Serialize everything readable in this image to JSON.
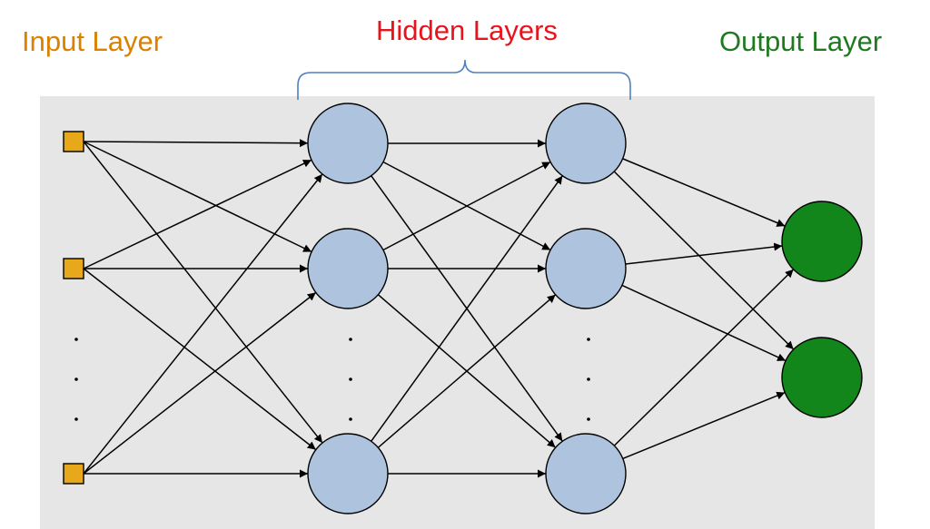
{
  "labels": {
    "input": "Input Layer",
    "hidden": "Hidden Layers",
    "output": "Output Layer"
  },
  "colors": {
    "input_label": "#d98100",
    "hidden_label": "#e8141c",
    "output_label": "#1f7a1f",
    "panel_background": "#e6e6e6",
    "input_node": "#e8a81c",
    "hidden_node": "#aec4de",
    "output_node": "#12861a",
    "brace": "#4f81bd",
    "edge": "#000000"
  },
  "network": {
    "layers": [
      {
        "name": "input",
        "nodes": 3,
        "shape": "square",
        "ellipsis": true
      },
      {
        "name": "hidden-1",
        "nodes": 3,
        "shape": "circle",
        "ellipsis": true
      },
      {
        "name": "hidden-2",
        "nodes": 3,
        "shape": "circle",
        "ellipsis": true
      },
      {
        "name": "output",
        "nodes": 2,
        "shape": "circle",
        "ellipsis": false
      }
    ],
    "fully_connected": true
  }
}
